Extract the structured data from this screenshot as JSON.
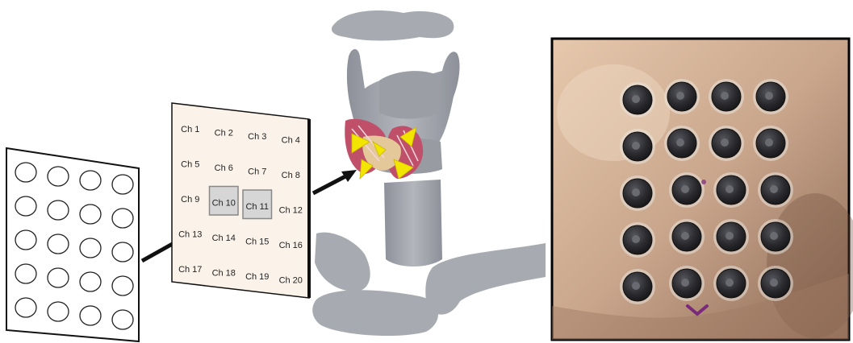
{
  "electrode_grid": {
    "rows": 5,
    "columns": 4
  },
  "channel_map": {
    "channels": [
      "Ch 1",
      "Ch 2",
      "Ch 3",
      "Ch 4",
      "Ch 5",
      "Ch 6",
      "Ch 7",
      "Ch 8",
      "Ch 9",
      "Ch 10",
      "Ch 11",
      "Ch 12",
      "Ch 13",
      "Ch 14",
      "Ch 15",
      "Ch 16",
      "Ch 17",
      "Ch 18",
      "Ch 19",
      "Ch 20"
    ],
    "highlighted": [
      "Ch 10",
      "Ch 11"
    ]
  },
  "colors": {
    "panel_background": "#fbf3ea",
    "highlight_cell": "#d6d6d6",
    "anatomy_gray": "#a8aab1",
    "muscle_red": "#c0506a",
    "arrow_yellow": "#f2e600",
    "skin_tone": "#c9a68c",
    "electrode_dark": "#2a2a2e",
    "marker_purple": "#7a2a7a"
  },
  "icons": [
    "arrow-icon",
    "electrode-icon"
  ]
}
